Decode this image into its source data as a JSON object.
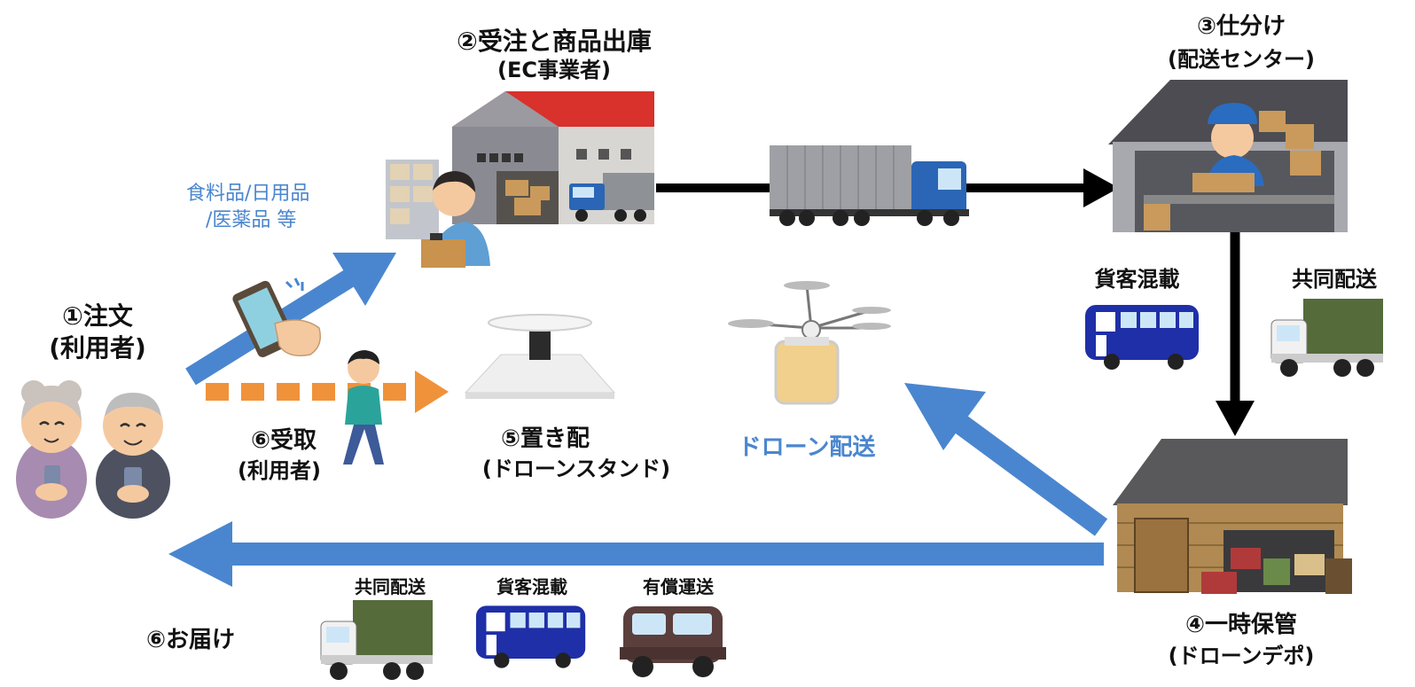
{
  "steps": {
    "order": {
      "title": "①注文",
      "sub": "(利用者)"
    },
    "ec": {
      "title": "②受注と商品出庫",
      "sub": "(EC事業者)",
      "items_line1": "食料品/日用品",
      "items_line2": "/医薬品 等"
    },
    "sorting": {
      "title": "③仕分け",
      "sub": "(配送センター)"
    },
    "depot": {
      "title": "④一時保管",
      "sub": "(ドローンデポ)"
    },
    "stand": {
      "title": "⑤置き配",
      "sub": "(ドローンスタンド)"
    },
    "pickup": {
      "title": "⑥受取",
      "sub": "(利用者)"
    },
    "delivery": {
      "title": "⑥お届け"
    }
  },
  "labels": {
    "drone_delivery": "ドローン配送",
    "mixed_passenger_cargo": "貨客混載",
    "joint_delivery": "共同配送",
    "paid_transport": "有償運送"
  },
  "colors": {
    "flow_blue": "#4a86cf",
    "dotted_orange": "#f0923a",
    "black_arrow": "#000000",
    "roof_red": "#d9312b",
    "bus_blue": "#1f2fa8",
    "truck_green": "#556b3a"
  },
  "icons": [
    "elderly-couple-icon",
    "smartphone-hand-icon",
    "warehouse-icon",
    "worker-icon",
    "truck-icon",
    "sorting-center-icon",
    "bus-icon",
    "drone-icon",
    "drone-stand-icon",
    "walking-person-icon",
    "depot-barn-icon",
    "car-icon"
  ]
}
